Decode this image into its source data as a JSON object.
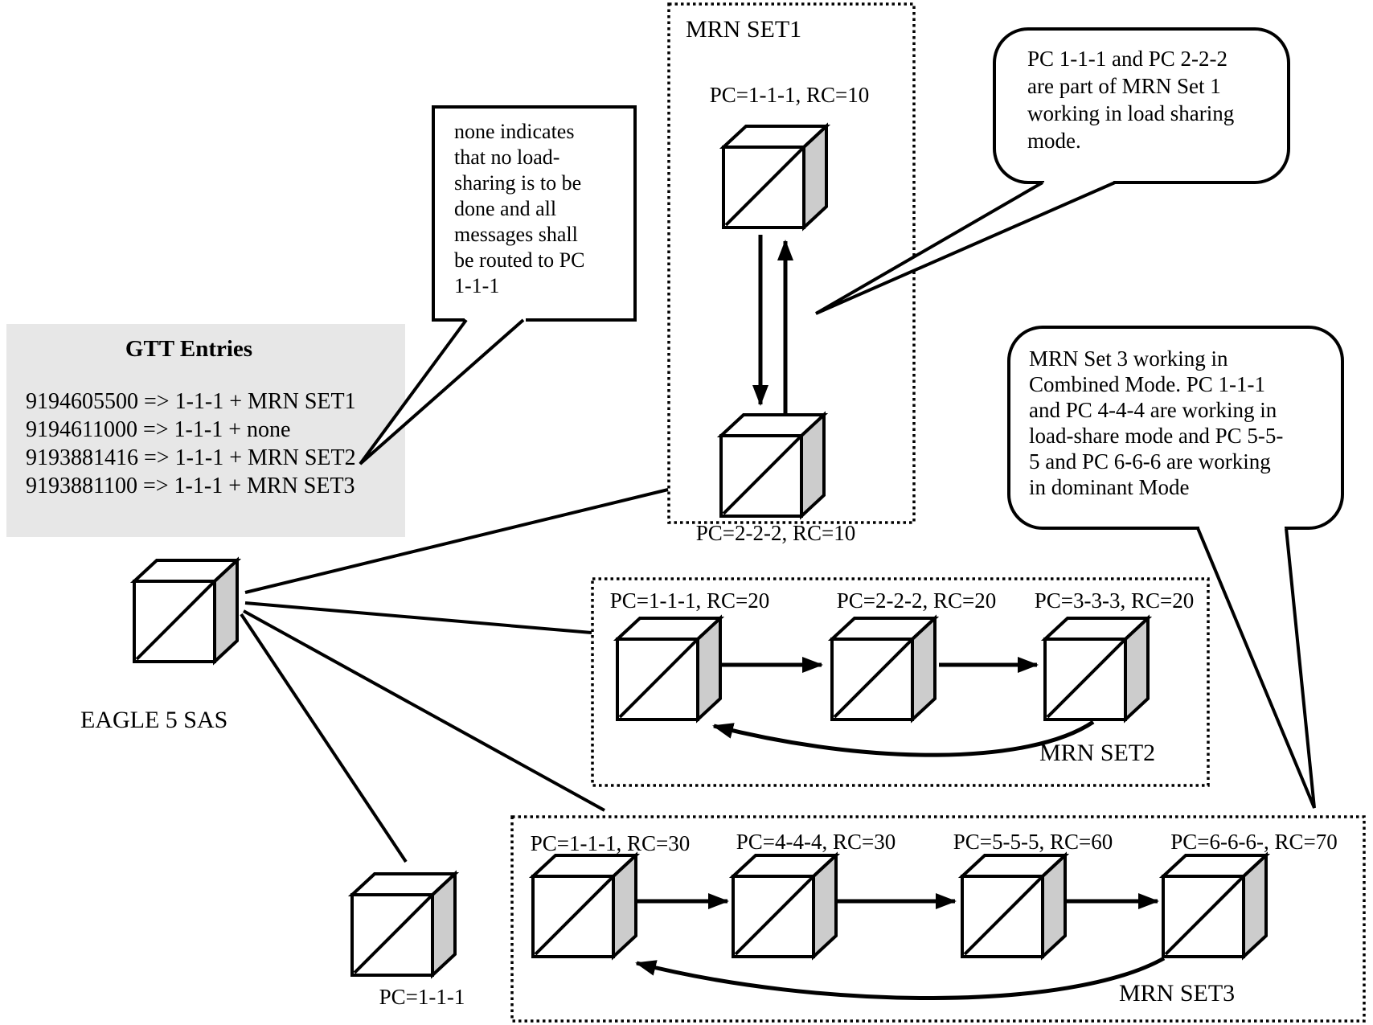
{
  "colors": {
    "background": "#ffffff",
    "line": "#000000",
    "gtt_box_bg": "#e7e7e7",
    "cube_side": "#cccccc"
  },
  "gtt": {
    "title": "GTT Entries",
    "entries": [
      "9194605500 => 1-1-1 + MRN SET1",
      "9194611000 => 1-1-1 + none",
      "9193881416 => 1-1-1 + MRN SET2",
      "9193881100 => 1-1-1 + MRN SET3"
    ]
  },
  "callout_none": {
    "lines": [
      "none indicates",
      "that no load-",
      "sharing is to be",
      "done and all",
      "messages shall",
      "be routed to PC",
      "1-1-1"
    ]
  },
  "bubble_set1": {
    "lines": [
      "PC 1-1-1 and PC 2-2-2",
      "are part of MRN Set 1",
      "working in load sharing",
      "mode."
    ]
  },
  "bubble_set3": {
    "lines": [
      "MRN Set 3 working in",
      "Combined Mode. PC 1-1-1",
      "and PC 4-4-4 are working in",
      "load-share mode and PC 5-5-",
      "5 and PC 6-6-6 are working",
      "in dominant Mode"
    ]
  },
  "eagle": {
    "label": "EAGLE 5 SAS"
  },
  "standalone_node": {
    "label": "PC=1-1-1"
  },
  "mrn_set1": {
    "label": "MRN SET1",
    "node1": "PC=1-1-1, RC=10",
    "node2": "PC=2-2-2, RC=10"
  },
  "mrn_set2": {
    "label": "MRN SET2",
    "node1": "PC=1-1-1, RC=20",
    "node2": "PC=2-2-2, RC=20",
    "node3": "PC=3-3-3, RC=20"
  },
  "mrn_set3": {
    "label": "MRN SET3",
    "node1": "PC=1-1-1, RC=30",
    "node2": "PC=4-4-4, RC=30",
    "node3": "PC=5-5-5, RC=60",
    "node4": "PC=6-6-6-, RC=70"
  }
}
